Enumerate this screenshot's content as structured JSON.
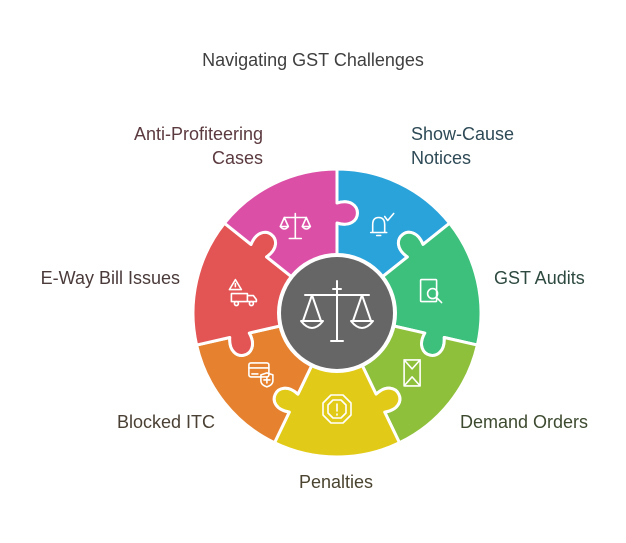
{
  "title": "Navigating GST Challenges",
  "segments": [
    {
      "label_lines": [
        "Show-Cause",
        "Notices"
      ],
      "color": "#2aa3da",
      "icon": "bell-check-icon"
    },
    {
      "label_lines": [
        "GST Audits"
      ],
      "color": "#3cc07b",
      "icon": "document-search-icon"
    },
    {
      "label_lines": [
        "Demand Orders"
      ],
      "color": "#8fc03b",
      "icon": "envelope-icon"
    },
    {
      "label_lines": [
        "Penalties"
      ],
      "color": "#e2cb18",
      "icon": "warning-octagon-icon"
    },
    {
      "label_lines": [
        "Blocked ITC"
      ],
      "color": "#e5812f",
      "icon": "credit-card-shield-icon"
    },
    {
      "label_lines": [
        "E-Way Bill Issues"
      ],
      "color": "#e35454",
      "icon": "truck-warning-icon"
    },
    {
      "label_lines": [
        "Anti-Profiteering",
        "Cases"
      ],
      "color": "#db50a6",
      "icon": "scales-icon"
    }
  ],
  "center": {
    "color": "#666666",
    "ring_color": "#ffffff",
    "icon": "balance-scale-icon"
  }
}
